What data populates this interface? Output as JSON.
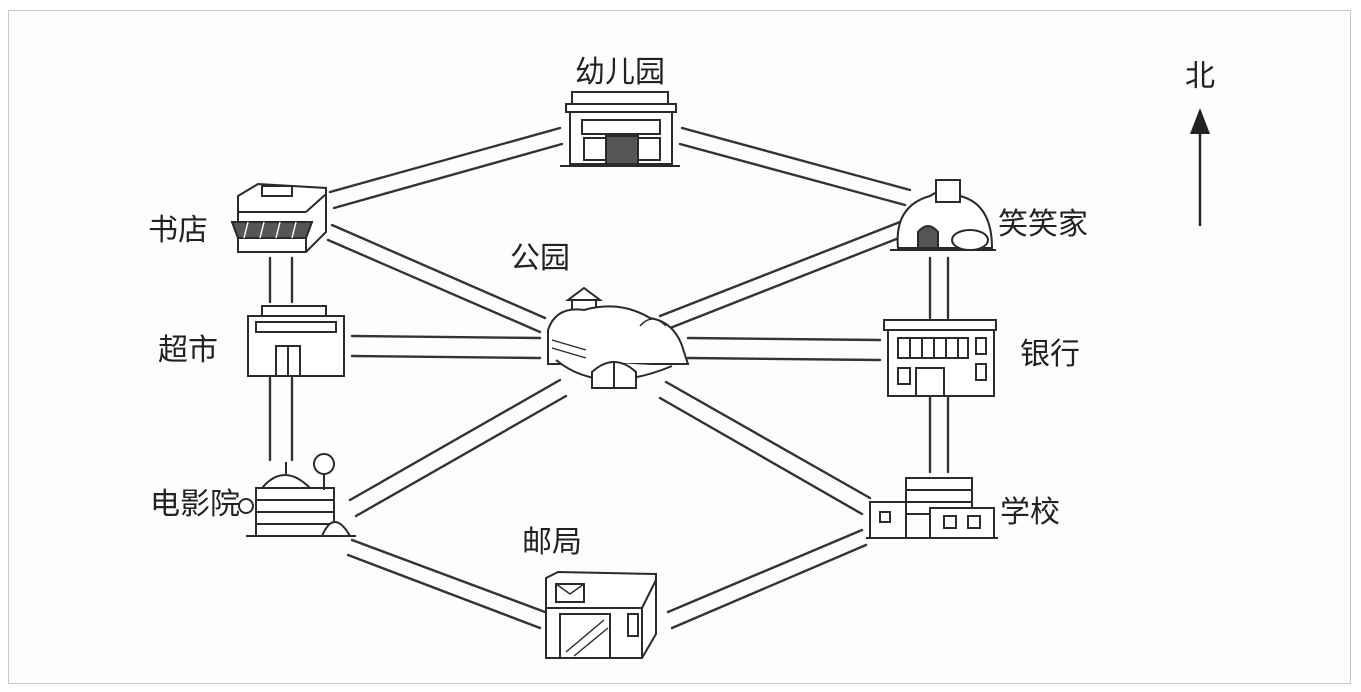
{
  "map": {
    "north_label": "北",
    "places": {
      "kindergarten": "幼儿园",
      "bookstore": "书店",
      "home": "笑笑家",
      "park": "公园",
      "supermarket": "超市",
      "bank": "银行",
      "cinema": "电影院",
      "school": "学校",
      "post_office": "邮局"
    }
  }
}
